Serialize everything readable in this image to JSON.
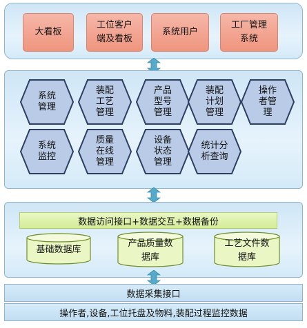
{
  "top_layer": {
    "items": [
      "大看板",
      "工位客户\n端及看板",
      "系统用户",
      "工厂管理\n系统"
    ]
  },
  "function_layer": {
    "modules": [
      "系统\n管理",
      "装配\n工艺\n管理",
      "产品\n型号\n管理",
      "装配\n计划\n管理",
      "操作\n者管\n理",
      "系统\n监控",
      "质量\n在线\n管理",
      "设备\n状态\n管理",
      "统计分\n析查询"
    ]
  },
  "data_layer": {
    "interface_bar": "数据访问接口+数据交互+数据备份",
    "databases": [
      "基础数据库",
      "产品质量数\n据库",
      "工艺文件数\n据库"
    ]
  },
  "collection_layer": {
    "label": "数据采集接口"
  },
  "source_layer": {
    "label": "操作者,设备,工位托盘及物料,装配过程监控数据"
  },
  "colors": {
    "panel": "#dcedf9",
    "top_box": "#f2a592",
    "hexagon": "#b9cbe6",
    "interface_bar": "#ddf0a8",
    "database": "#eaf7c5",
    "connector_arrow": "#56a9c8"
  }
}
